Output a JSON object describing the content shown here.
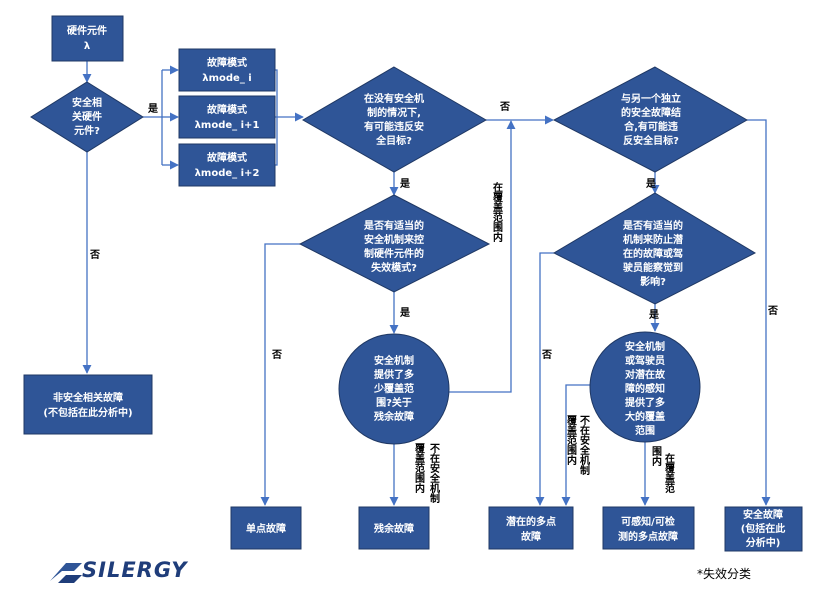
{
  "nodes": {
    "component": [
      "硬件元件",
      "λ"
    ],
    "safety_related_q": [
      "安全相",
      "关硬件",
      "元件?"
    ],
    "mode_i": [
      "故障模式",
      "λmode_ i"
    ],
    "mode_i1": [
      "故障模式",
      "λmode_ i+1"
    ],
    "mode_i2": [
      "故障模式",
      "λmode_ i+2"
    ],
    "violate_alone_q": [
      "在没有安全机",
      "制的情况下,",
      "有可能违反安",
      "全目标?"
    ],
    "violate_combined_q": [
      "与另一个独立",
      "的安全故障结",
      "合,有可能违",
      "反安全目标?"
    ],
    "mechanism_q": [
      "是否有适当的",
      "安全机制来控",
      "制硬件元件的",
      "失效模式?"
    ],
    "prevent_latent_q": [
      "是否有适当的",
      "机制来防止潜",
      "在的故障或驾",
      "驶员能察觉到",
      "影响?"
    ],
    "coverage_residual_q": [
      "安全机制",
      "提供了多",
      "少覆盖范",
      "围?关于",
      "残余故障"
    ],
    "coverage_latent_q": [
      "安全机制",
      "或驾驶员",
      "对潜在故",
      "障的感知",
      "提供了多",
      "大的覆盖",
      "范围"
    ],
    "non_safety": [
      "非安全相关故障",
      "(不包括在此分析中)"
    ],
    "single_point": "单点故障",
    "residual": "残余故障",
    "latent_mpf": [
      "潜在的多点",
      "故障"
    ],
    "detected_mpf": [
      "可感知/可检",
      "测的多点故障"
    ],
    "safe_fault": [
      "安全故障",
      "(包括在此",
      "分析中)"
    ]
  },
  "labels": {
    "yes": "是",
    "no": "否",
    "in_coverage": "在覆盖范围内",
    "not_in_mech": "不在安全机制",
    "coverage_range": "覆盖范围内",
    "coverage_range2": "覆盖范围内",
    "not_in_mech2": "不在安全机制",
    "range_in": "围内",
    "in_cover_frag": "在覆盖范"
  },
  "footnote": "*失效分类",
  "logo": {
    "text": "SILERGY"
  },
  "colors": {
    "shape_fill": "#2F5597",
    "line": "#4472C4",
    "text_on_shape": "#FFFFFF"
  }
}
